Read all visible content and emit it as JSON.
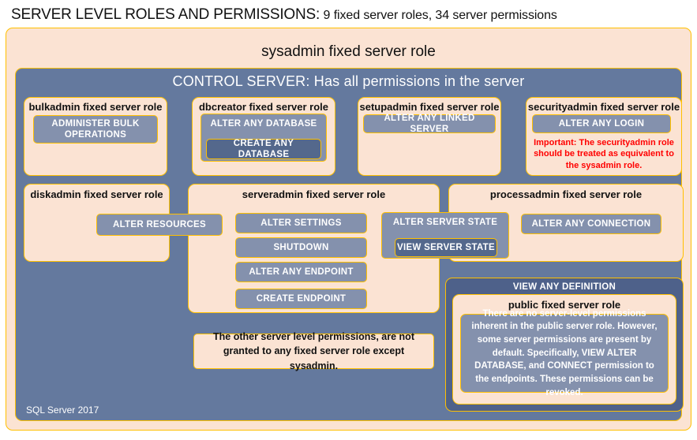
{
  "header": {
    "title_main": "SERVER LEVEL ROLES AND PERMISSIONS:",
    "title_sub": "9 fixed server roles, 34 server permissions"
  },
  "colors": {
    "peach_fill": "#FBE3D3",
    "gold_border": "#FFC000",
    "slate_fill": "#64799E",
    "dark_slate_fill": "#4E618A",
    "chip_fill": "#8491AD",
    "nested_chip_fill": "#54688C",
    "warning_text": "#FF0000"
  },
  "outer_role": {
    "label": "sysadmin fixed server role"
  },
  "control_server": {
    "label": "CONTROL SERVER: Has all permissions in the server"
  },
  "roles": {
    "bulkadmin": {
      "label": "bulkadmin fixed server role",
      "permissions": [
        "ADMINISTER  BULK OPERATIONS"
      ]
    },
    "dbcreator": {
      "label": "dbcreator fixed server role",
      "permissions": [
        "ALTER ANY DATABASE",
        "CREATE  ANY DATABASE"
      ]
    },
    "setupadmin": {
      "label": "setupadmin fixed server role",
      "permissions": [
        "ALTER ANY LINKED SERVER"
      ]
    },
    "securityadmin": {
      "label": "securityadmin fixed server role",
      "permissions": [
        "ALTER ANY LOGIN"
      ],
      "note": "Important:  The securityadmin role should  be treated as equivalent to the sysadmin role."
    },
    "diskadmin": {
      "label": "diskadmin fixed server role",
      "permissions": [
        "ALTER RESOURCES"
      ]
    },
    "serveradmin": {
      "label": "serveradmin fixed server role",
      "permissions": [
        "ALTER SETTINGS",
        "SHUTDOWN",
        "ALTER ANY ENDPOINT",
        "CREATE  ENDPOINT"
      ],
      "shared_permissions": [
        "ALTER SERVER STATE",
        "VIEW SERVER  STATE"
      ]
    },
    "processadmin": {
      "label": "processadmin fixed server role",
      "permissions": [
        "ALTER ANY CONNECTION"
      ]
    },
    "public": {
      "outer_permission": "VIEW ANY DEFINITION",
      "label": "public fixed server role",
      "description": "There are no server-level permissions inherent in the public server role. However, some server permissions are present by default. Specifically, VIEW ALTER DATABASE, and CONNECT permission to the endpoints. These permissions can be revoked."
    }
  },
  "notes": {
    "other_permissions": "The other server level permissions, are not granted to any fixed server role except sysadmin."
  },
  "footer": {
    "product": "SQL Server 2017"
  }
}
